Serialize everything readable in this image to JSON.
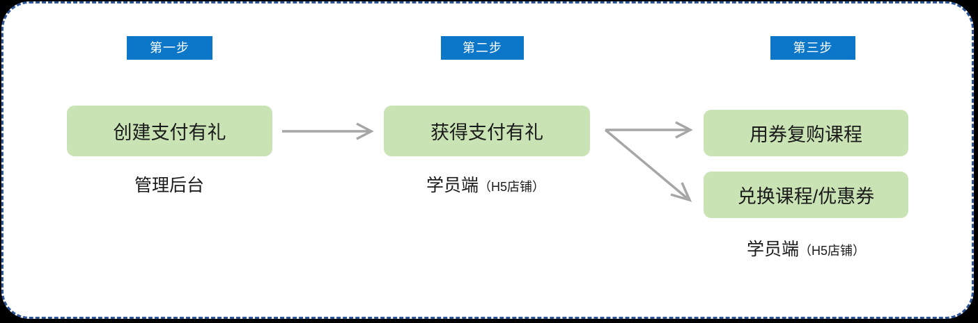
{
  "diagram": {
    "title_colors": {
      "frame_border": "#2b5597",
      "frame_bg": "#ffffff",
      "badge_bg": "#0c77c8",
      "badge_text": "#ffffff",
      "box_bg": "#c9e3b4",
      "box_text": "#1a1a1a",
      "arrow": "#a6a6a6",
      "page_bg": "#000000"
    },
    "steps": [
      {
        "badge": "第一步",
        "boxes": [
          "创建支付有礼"
        ],
        "caption_main": "管理后台",
        "caption_sub": ""
      },
      {
        "badge": "第二步",
        "boxes": [
          "获得支付有礼"
        ],
        "caption_main": "学员端",
        "caption_sub": "（H5店铺）"
      },
      {
        "badge": "第三步",
        "boxes": [
          "用券复购课程",
          "兑换课程/优惠券"
        ],
        "caption_main": "学员端",
        "caption_sub": "（H5店铺）"
      }
    ],
    "connectors": [
      {
        "name": "arrow-step1-to-step2",
        "kind": "straight-right"
      },
      {
        "name": "arrow-step2-to-box1",
        "kind": "branch-up-right"
      },
      {
        "name": "arrow-step2-to-box2",
        "kind": "branch-down-right"
      }
    ]
  }
}
